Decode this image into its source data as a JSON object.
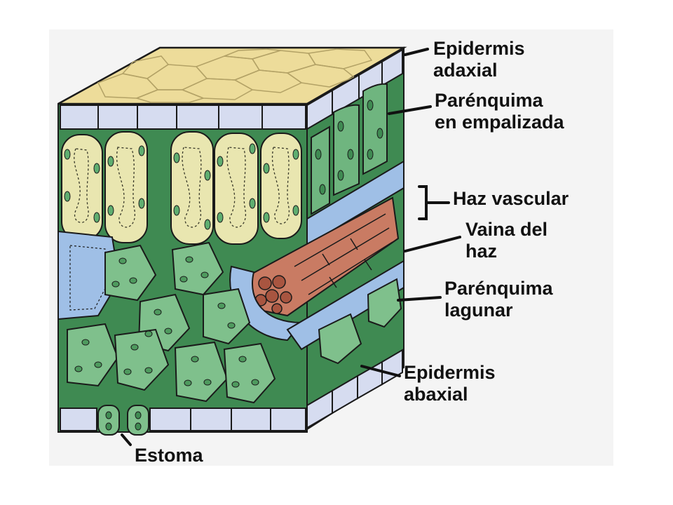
{
  "labels": {
    "epidermis_adaxial": {
      "line1": "Epidermis",
      "line2": "adaxial"
    },
    "empalizada": {
      "line1": "Parénquima",
      "line2": "en empalizada"
    },
    "haz_vascular": {
      "line1": "Haz vascular"
    },
    "vaina": {
      "line1": "Vaina del",
      "line2": "haz"
    },
    "lagunar": {
      "line1": "Parénquima",
      "line2": "lagunar"
    },
    "epidermis_abaxial": {
      "line1": "Epidermis",
      "line2": "abaxial"
    },
    "estoma": {
      "line1": "Estoma"
    }
  },
  "colors": {
    "epidermis_top": "#eddc9a",
    "epidermis_cell": "#d6dcf0",
    "palisade": "#e9e6b0",
    "spongy": "#7fc08c",
    "spongy_dark": "#4e9a5e",
    "sheath": "#9fbfe6",
    "xylem": "#c97b63",
    "outline": "#1a1a1a"
  }
}
